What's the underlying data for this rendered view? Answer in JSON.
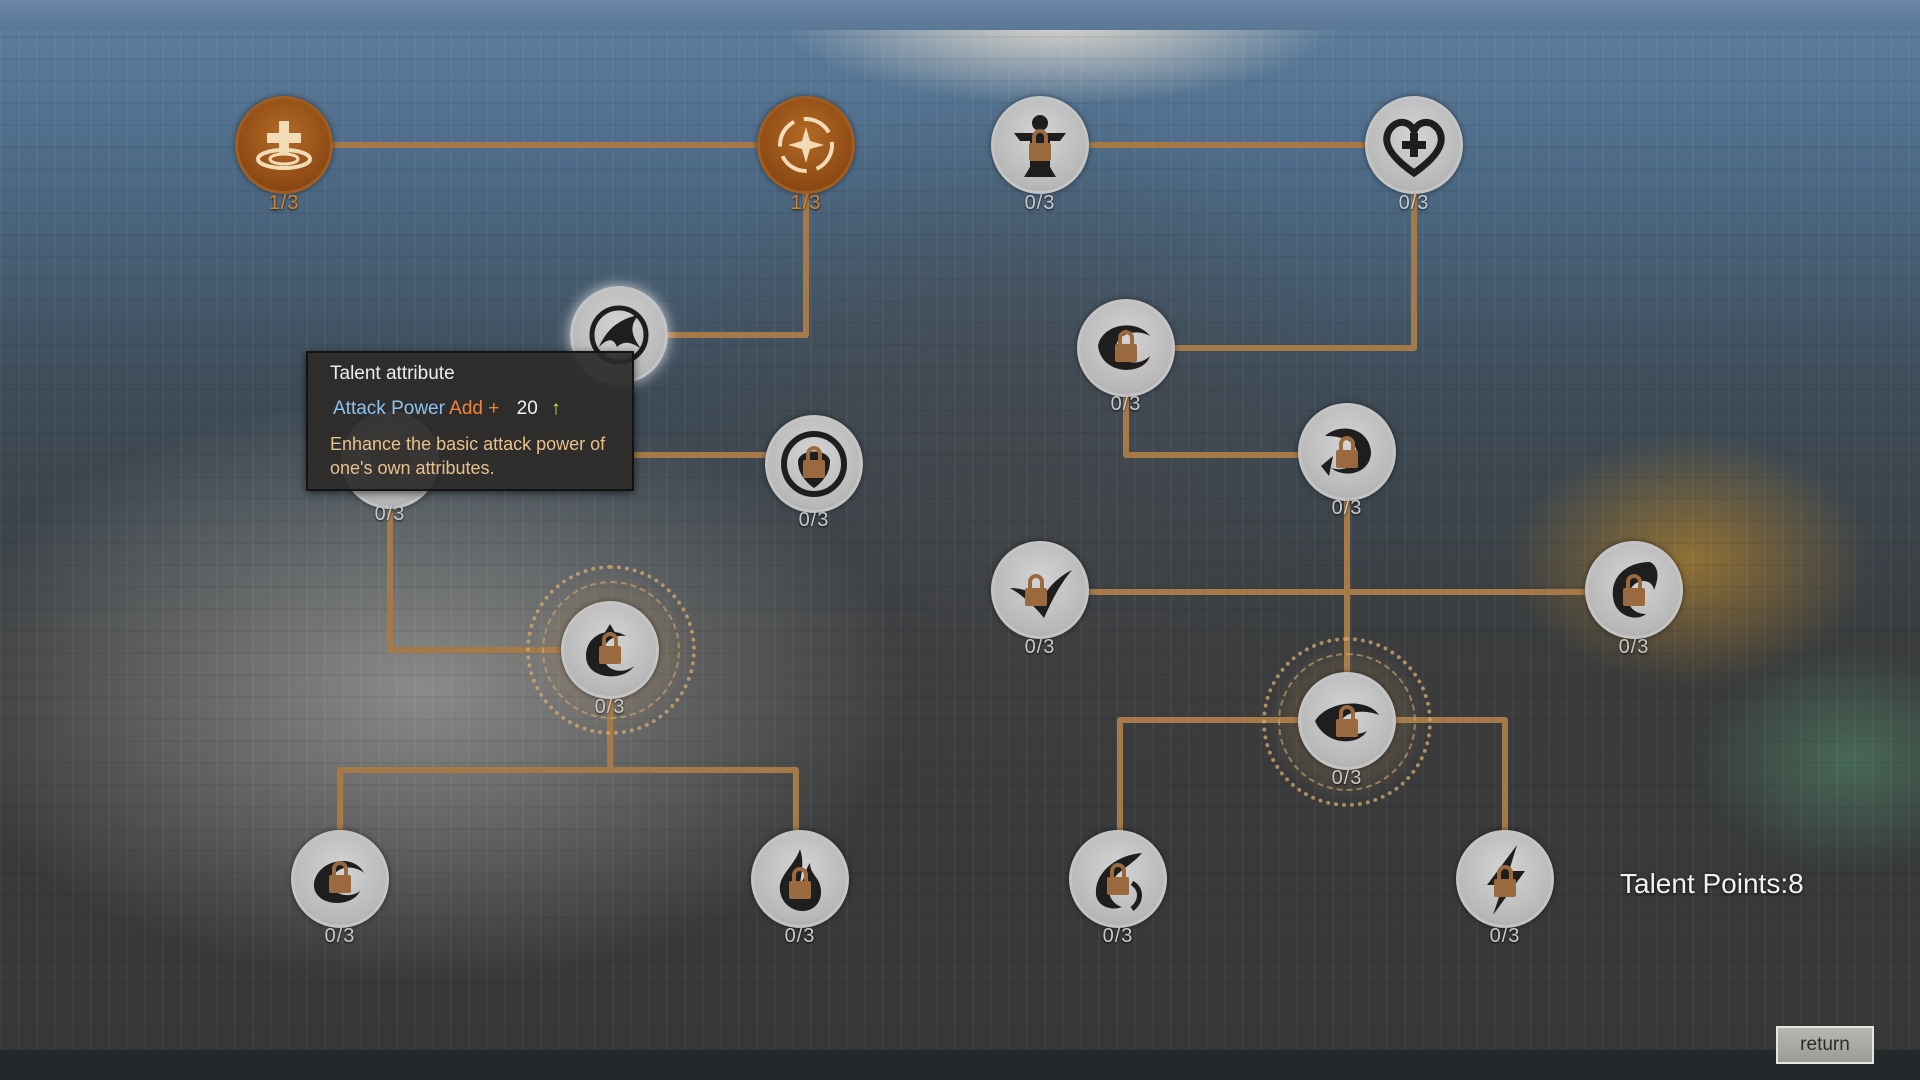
{
  "tooltip": {
    "title": "Talent attribute",
    "attribute": "Attack Power",
    "modifier": "Add +",
    "value": "20",
    "arrow": "↑",
    "description": "Enhance the basic attack power of one's own attributes."
  },
  "talent_points_label": "Talent Points:8",
  "return_label": "return",
  "colors": {
    "line": "#a57a48",
    "active_count": "#d8832c",
    "unlocked_node": "#8d4a14",
    "locked_node": "#c0c0c0",
    "icon_dark": "#1e1e1e",
    "lock": "#9a6a3e"
  },
  "nodes": [
    {
      "id": "n1",
      "icon": "plus-ripple-icon",
      "count": "1/3",
      "unlocked": true,
      "locked": false
    },
    {
      "id": "n2",
      "icon": "crosshair-spark-icon",
      "count": "1/3",
      "unlocked": true,
      "locked": false
    },
    {
      "id": "n3",
      "icon": "dragon-head-icon",
      "count": "",
      "unlocked": false,
      "locked": false
    },
    {
      "id": "n4",
      "icon": "hidden-node-icon",
      "count": "0/3",
      "unlocked": false,
      "locked": false
    },
    {
      "id": "n5",
      "icon": "shield-ring-icon",
      "count": "0/3",
      "unlocked": false,
      "locked": true
    },
    {
      "id": "n6",
      "icon": "crescent-moon-icon",
      "count": "0/3",
      "unlocked": false,
      "locked": true
    },
    {
      "id": "n7",
      "icon": "swirl-wind-icon",
      "count": "0/3",
      "unlocked": false,
      "locked": true
    },
    {
      "id": "n8",
      "icon": "flame-icon",
      "count": "0/3",
      "unlocked": false,
      "locked": true
    },
    {
      "id": "n9",
      "icon": "totem-icon",
      "count": "0/3",
      "unlocked": false,
      "locked": true
    },
    {
      "id": "n10",
      "icon": "heart-plus-icon",
      "count": "0/3",
      "unlocked": false,
      "locked": true
    },
    {
      "id": "n11",
      "icon": "vortex-icon",
      "count": "0/3",
      "unlocked": false,
      "locked": true
    },
    {
      "id": "n12",
      "icon": "spiral-claw-icon",
      "count": "0/3",
      "unlocked": false,
      "locked": true
    },
    {
      "id": "n13",
      "icon": "wing-slash-icon",
      "count": "0/3",
      "unlocked": false,
      "locked": true
    },
    {
      "id": "n14",
      "icon": "twister-icon",
      "count": "0/3",
      "unlocked": false,
      "locked": true
    },
    {
      "id": "n15",
      "icon": "eye-swirl-icon",
      "count": "0/3",
      "unlocked": false,
      "locked": true
    },
    {
      "id": "n16",
      "icon": "blade-swirl-icon",
      "count": "0/3",
      "unlocked": false,
      "locked": true
    },
    {
      "id": "n17",
      "icon": "lightning-icon",
      "count": "0/3",
      "unlocked": false,
      "locked": true
    }
  ]
}
